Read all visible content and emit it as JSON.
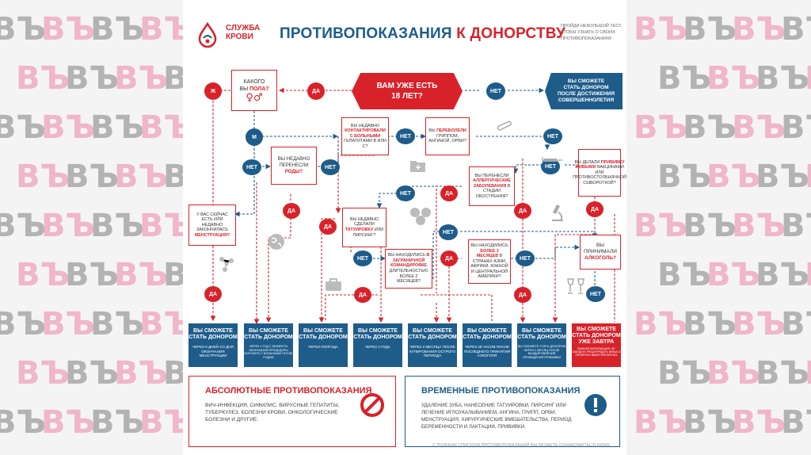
{
  "logo": {
    "line1": "СЛУЖБА",
    "line2": "КРОВИ"
  },
  "title": {
    "part1": "ПРОТИВОПОКАЗАНИЯ",
    "part2": "К ДОНОРСТВУ"
  },
  "side_note": "ПРОЙДИ НЕБОЛЬШОЙ ТЕСТ, ЧТОБЫ УЗНАТЬ О СВОИХ ПРОТИВОПОКАЗАНИЯХ",
  "background_mark": "ВЪ",
  "colors": {
    "red": "#d8222a",
    "blue": "#1e5c8a",
    "pink": "#f0b6c9",
    "gray": "#b3b3b3"
  },
  "start": {
    "line1": "ВАМ УЖЕ ЕСТЬ",
    "line2": "18 ЛЕТ?"
  },
  "under18": {
    "line1": "ВЫ СМОЖЕТЕ",
    "line2": "СТАТЬ ДОНОРОМ",
    "line3": "ПОСЛЕ ДОСТИЖЕНИЯ",
    "line4": "СОВЕРШЕННОЛЕТИЯ"
  },
  "gender": {
    "line1": "КАКОГО",
    "line2a": "ВЫ ",
    "line2b": "ПОЛА?",
    "symbols": "♀♂"
  },
  "labels": {
    "yes": "ДА",
    "no": "НЕТ",
    "female": "Ж",
    "male": "М"
  },
  "questions": {
    "menstruation": {
      "a": "У ВАС СЕЙЧАС ЕСТЬ ИЛИ НЕДАВНО ЗАКОНЧИЛАСЬ ",
      "b": "МЕНСТРУАЦИЯ?"
    },
    "births": {
      "a": "ВЫ НЕДАВНО ПЕРЕНЕСЛИ ",
      "b": "РОДЫ?"
    },
    "hepatitis": {
      "a": "ВЫ НЕДАВНО ",
      "b": "КОНТАКТИРОВАЛИ С БОЛЬНЫМИ",
      "c": " ГЕПАТИТАМИ B ИЛИ C?"
    },
    "flu": {
      "a": "ВЫ ",
      "b": "ПЕРЕБОЛЕЛИ",
      "c": " ГРИППОМ, АНГИНОЙ, ОРВИ?"
    },
    "vaccine": {
      "a": "ВЫ ДЕЛАЛИ ",
      "b": "ПРИВИВКУ ЖИВЫМИ",
      "c": " ВАКЦИНАМИ ИЛИ ПРОТИВОСТОЛБНЯЧНОЙ СЫВОРОТКОЙ?"
    },
    "allergy": {
      "a": "ВЫ ПЕРЕНЕСЛИ ",
      "b": "АЛЛЕРГИЧЕСКИЕ ЗАБОЛЕВАНИЯ",
      "c": " В СТАДИИ ОБОСТРЕНИЯ?"
    },
    "tattoo": {
      "a": "ВЫ НЕДАВНО СДЕЛАЛИ ",
      "b": "ТАТУИРОВКУ",
      "c": " ИЛИ ПИРСИНГ?"
    },
    "trip": {
      "a": "ВЫ НАХОДИЛИСЬ ",
      "b": "В ЗАГРАНИЧНОЙ КОМАНДИРОВКЕ",
      "c": " ДЛИТЕЛЬНОСТЬЮ БОЛЕЕ 2 МЕСЯЦЕВ?"
    },
    "asia": {
      "a": "ВЫ НАХОДИЛИСЬ ",
      "b": "БОЛЕЕ 3 МЕСЯЦЕВ",
      "c": " В СТРАНАХ АЗИИ, АФРИКИ, ЮЖНОЙ И ЦЕНТРАЛЬНОЙ АМЕРИКИ?"
    },
    "alcohol": {
      "a": "ВЫ ПРИНИМАЛИ ",
      "b": "АЛКОГОЛЬ?"
    }
  },
  "result_title": {
    "line1": "ВЫ СМОЖЕТЕ",
    "line2": "СТАТЬ ДОНОРОМ"
  },
  "results": [
    {
      "sub": "ЧЕРЕЗ 5 ДНЕЙ СО ДНЯ ОКОНЧАНИЯ МЕНСТРУАЦИИ"
    },
    {
      "sub": "ЧЕРЕЗ 1 ГОД С МОМЕНТА ОКОНЧАНИЯ ПРОЦЕДУРЫ КОНТАКТА С БОЛЬНЫМИ ПОСЛЕ РОДОВ"
    },
    {
      "sub": "ЧЕРЕЗ ПОЛГОДА"
    },
    {
      "sub": "ЧЕРЕЗ 3 ГОДА"
    },
    {
      "sub": "ЧЕРЕЗ 2 МЕСЯЦА ПОСЛЕ КУПИРОВАНИЯ ОСТРОГО ПЕРИОДА"
    },
    {
      "sub": "ЧЕРЕЗ 48 ЧАСОВ ПОСЛЕ ПОСЛЕДНЕГО ПРИНЯТИЯ АЛКОГОЛЯ"
    },
    {
      "sub": "ВЫ СМОЖЕТЕ СТАТЬ ДОНОРОМ ЧЕРЕЗ 1 МЕСЯЦ ПОСЛЕ ВЫЗДОРОВЛЕНИЯ ПРОВЕДЕНИЯ ПРИВИВКИ"
    }
  ],
  "result_tomorrow": {
    "line1": "ВЫ СМОЖЕТЕ",
    "line2": "СТАТЬ ДОНОРОМ",
    "line3": "УЖЕ ЗАВТРА",
    "sub": "ВАЖНАЯ ИНФОРМАЦИЯ: НЕ ЗАБУДЬТЕ ПРЕДУПРЕДИТЬ ВРАЧА О ПРИНЯТЫХ ВАМИ ПРЕПАРАТАХ"
  },
  "absolute": {
    "title": "АБСОЛЮТНЫЕ ПРОТИВОПОКАЗАНИЯ",
    "body": "ВИЧ-ИНФЕКЦИЯ, СИФИЛИС, ВИРУСНЫЕ ГЕПАТИТЫ, ТУБЕРКУЛЕЗ, БОЛЕЗНИ КРОВИ, ОНКОЛОГИЧЕСКИЕ БОЛЕЗНИ И ДРУГИЕ."
  },
  "temporary": {
    "title": "ВРЕМЕННЫЕ ПРОТИВОПОКАЗАНИЯ",
    "body": "УДАЛЕНИЕ ЗУБА, НАНЕСЕНИЕ ТАТУИРОВКИ, ПИРСИНГ ИЛИ ЛЕЧЕНИЕ ИГЛОУКАЛЫВАНИЕМ, АНГИНА, ГРИПП, ОРВИ, МЕНСТРУАЦИЯ, ХИРУРГИЧЕСКИЕ ВМЕШАТЕЛЬСТВА, ПЕРИОД БЕРЕМЕННОСТИ И ЛАКТАЦИИ, ПРИВИВКИ."
  },
  "footer": "С ПОЛНЫМ СПИСКОМ ПРОТИВОПОКАЗАНИЙ ВЫ МОЖЕТЕ ОЗНАКОМИТЬСЯ НИЖЕ"
}
